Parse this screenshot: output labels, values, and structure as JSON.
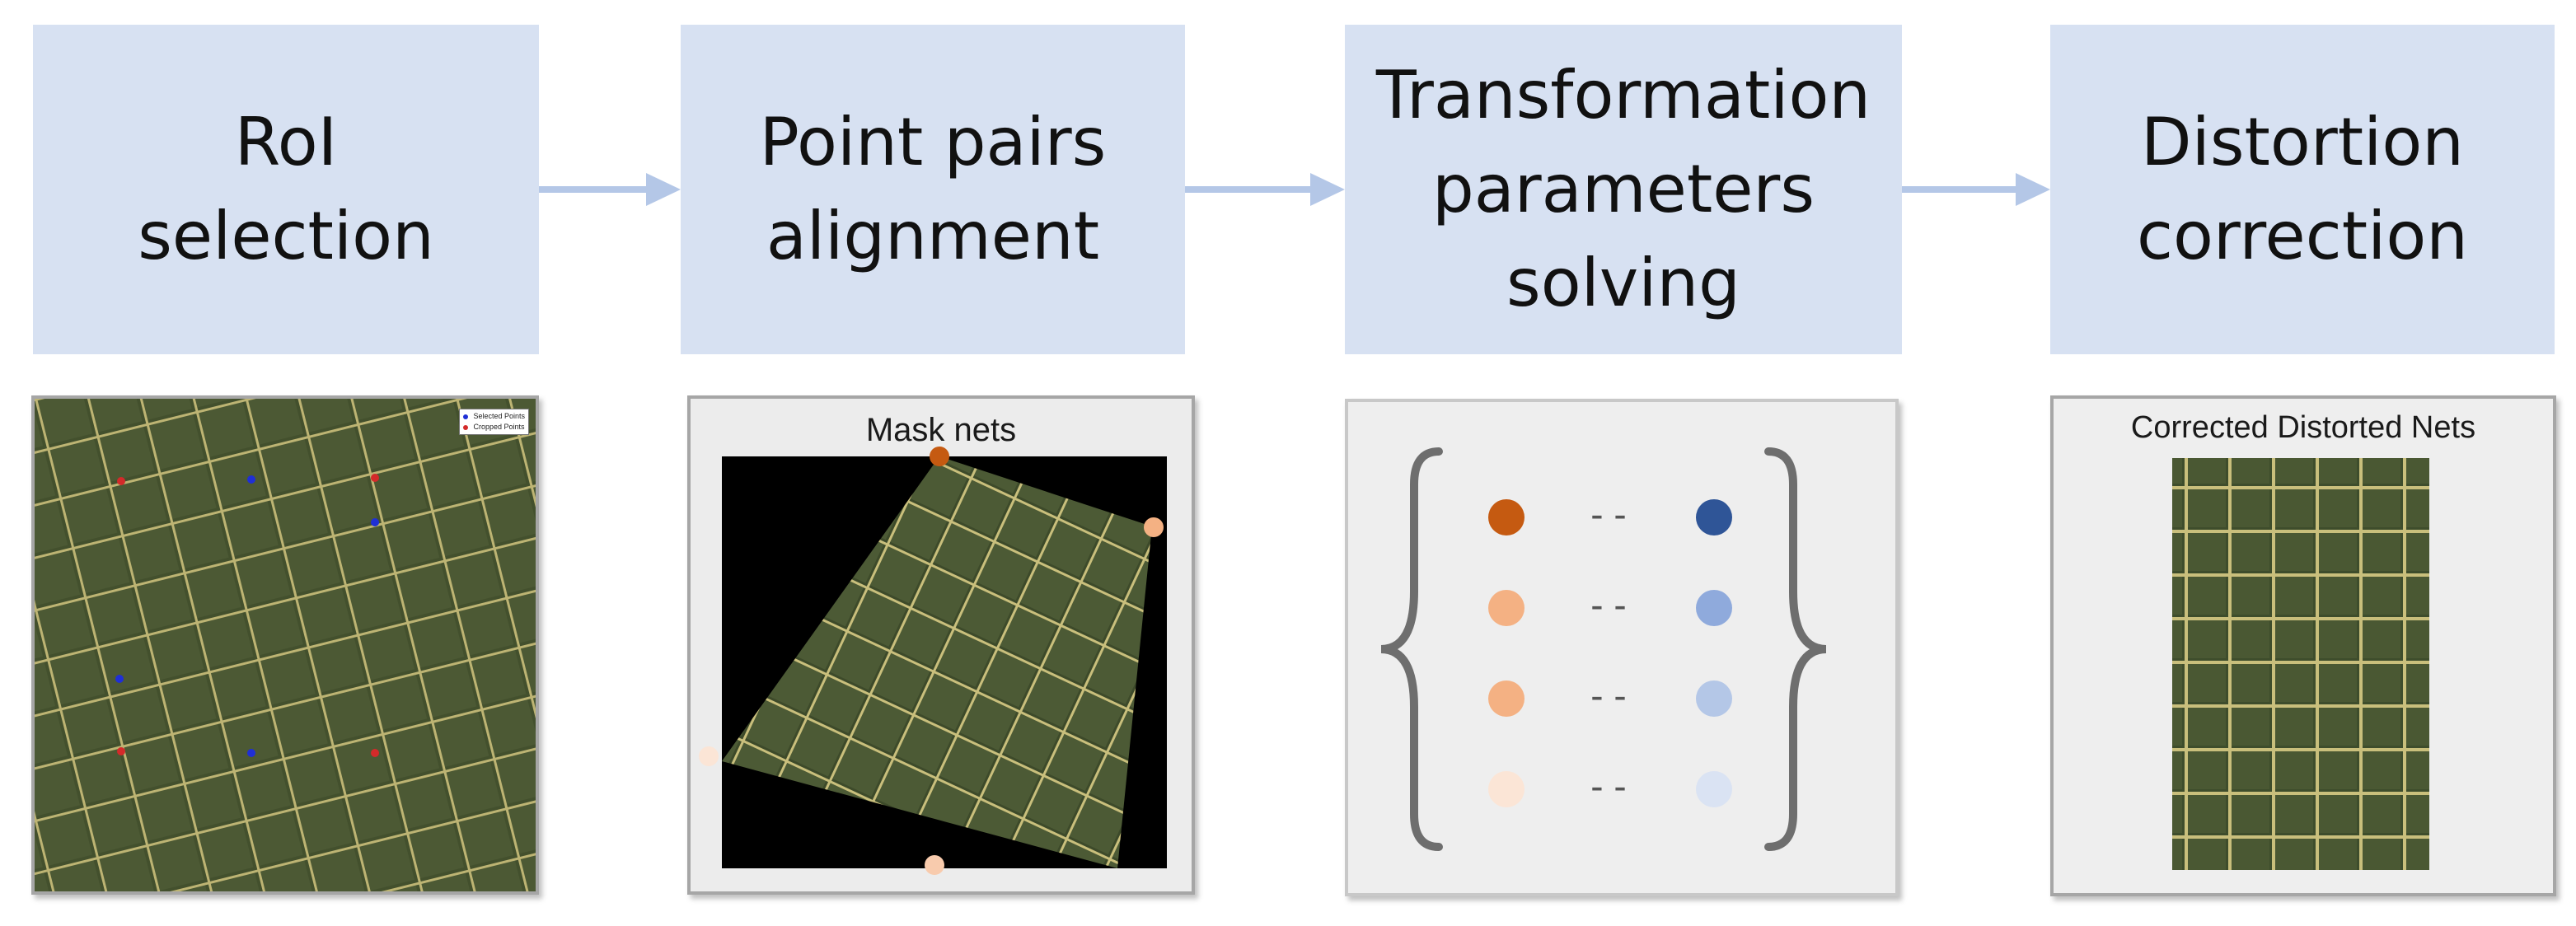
{
  "steps": [
    {
      "label": "RoI\nselection"
    },
    {
      "label": "Point pairs\nalignment"
    },
    {
      "label": "Transformation\nparameters\nsolving"
    },
    {
      "label": "Distortion\ncorrection"
    }
  ],
  "panels": {
    "roi": {
      "legend": [
        "Selected Points",
        "Cropped Points"
      ],
      "colors": {
        "selected": "#1f2fd6",
        "cropped": "#d42a2a"
      }
    },
    "mask": {
      "title": "Mask nets"
    },
    "params": {
      "pairs": [
        {
          "left": "#c55a11",
          "dash": "- -",
          "right": "#2f5597"
        },
        {
          "left": "#f4b183",
          "dash": "- -",
          "right": "#8faadc"
        },
        {
          "left": "#f4b183",
          "dash": "- -",
          "right": "#b4c7e7"
        },
        {
          "left": "#fbe5d6",
          "dash": "- -",
          "right": "#dae3f3"
        }
      ]
    },
    "corrected": {
      "title": "Corrected Distorted Nets"
    }
  },
  "colors": {
    "box_fill": "#d7e1f2",
    "arrow": "#b4c7e7",
    "net_dark": "#3e4d2c",
    "net_line": "#c9bf7c",
    "brace": "#6e6e6e"
  }
}
